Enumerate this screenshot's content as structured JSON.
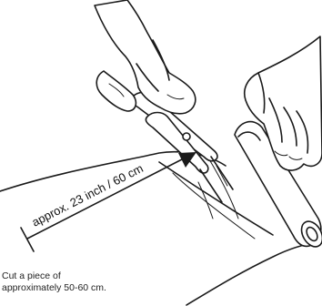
{
  "illustration": {
    "measurement_label": "approx. 23 inch / 60 cm"
  },
  "caption": {
    "line1": "Cut a piece of",
    "line2": "approximately 50-60 cm."
  }
}
